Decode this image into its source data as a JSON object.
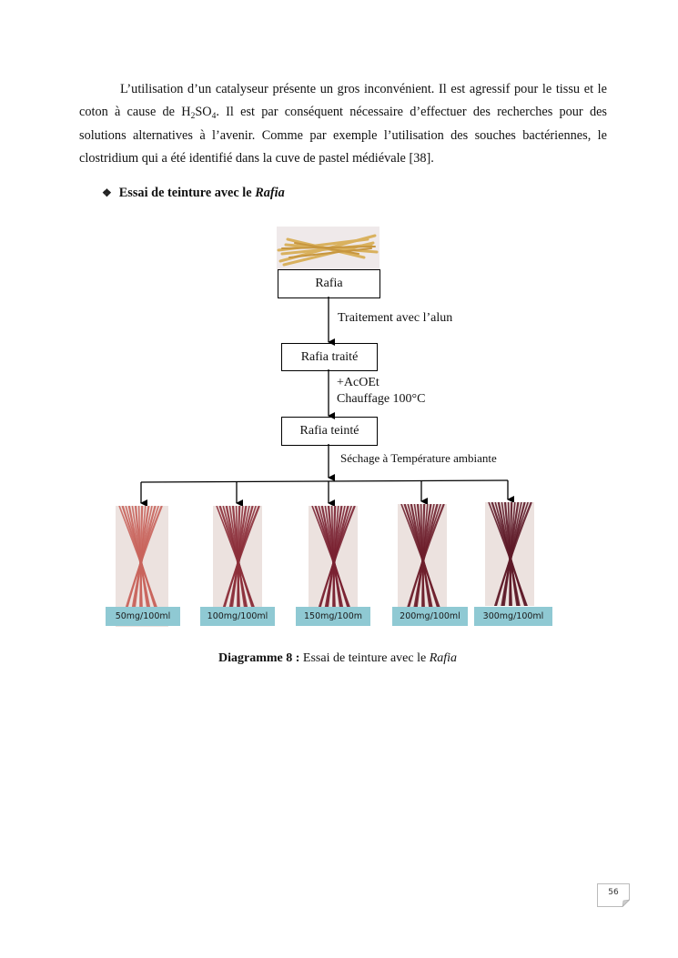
{
  "paragraph": {
    "line1": "L’utilisation d’un catalyseur présente un gros inconvénient. Il est agressif pour le tissu",
    "line2_pre": "et le coton à cause de H",
    "sub1": "2",
    "line2_mid": "SO",
    "sub2": "4",
    "line2_post": ". Il est par conséquent nécessaire d’effectuer des recherches pour",
    "line3": "des solutions alternatives à l’avenir. Comme par exemple l’utilisation des souches",
    "line4": "bactériennes, le clostridium qui a été identifié dans la cuve de pastel médiévale [38]."
  },
  "section": {
    "bullet": "❖",
    "title_prefix": "Essai de teinture avec le ",
    "title_italic": "Rafia"
  },
  "diagram": {
    "box1": "Rafia",
    "step1": "Traitement avec l’alun",
    "box2": "Rafia traité",
    "step2_line1": "+AcOEt",
    "step2_line2": "Chauffage 100°C",
    "box3": "Rafia teinté",
    "step3": "Séchage à Température ambiante",
    "samples": [
      {
        "label": "50mg/100ml",
        "color": "#c9645c"
      },
      {
        "label": "100mg/100ml",
        "color": "#8c2f3a"
      },
      {
        "label": "150mg/100m",
        "color": "#7a2232"
      },
      {
        "label": "200mg/100ml",
        "color": "#6e1f2c"
      },
      {
        "label": "300mg/100ml",
        "color": "#5e1a28"
      }
    ],
    "label_bg": "#8fc9d3"
  },
  "caption": {
    "bold": "Diagramme 8 :",
    "text": " Essai de teinture avec le ",
    "italic": "Rafia"
  },
  "page_number": "56"
}
